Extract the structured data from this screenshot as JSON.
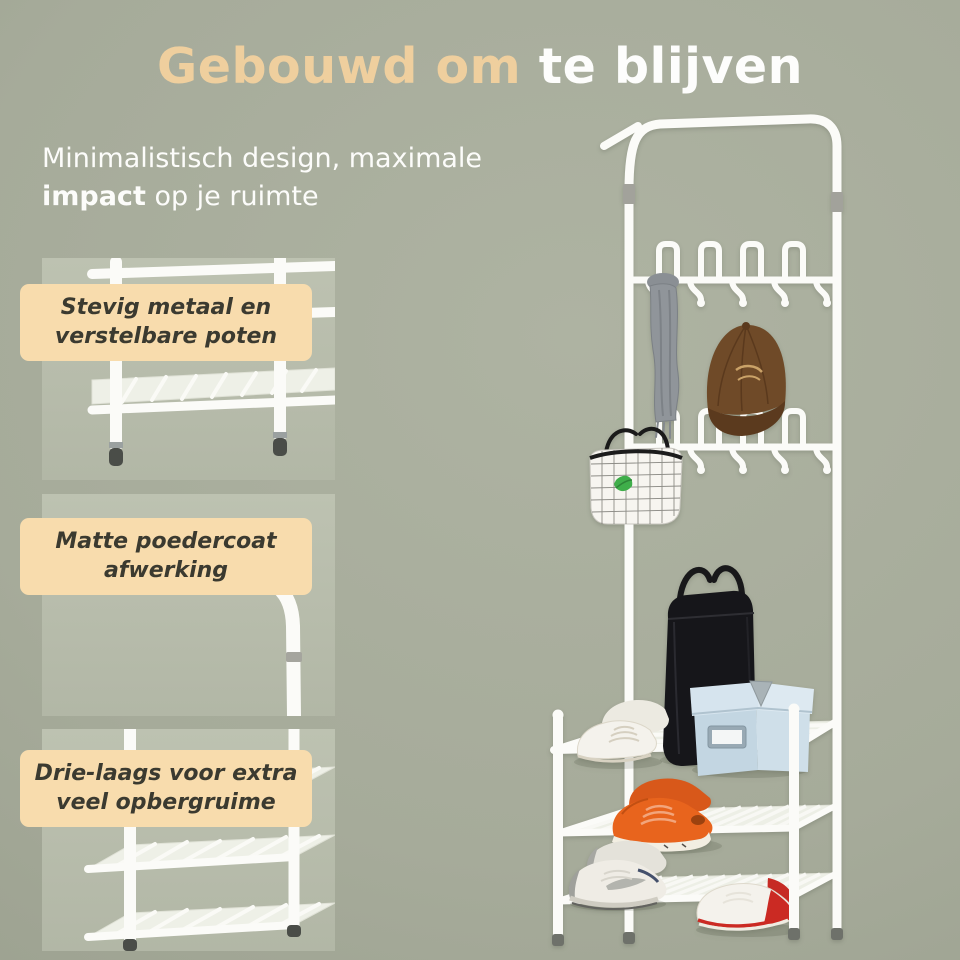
{
  "header": {
    "title_accent": "Gebouwd om",
    "title_rest": " te blijven",
    "subtitle_line1": "Minimalistisch design, maximale",
    "subtitle_bold": "impact",
    "subtitle_rest": " op je ruimte"
  },
  "callouts": [
    {
      "line1": "Stevig metaal en",
      "line2": "verstelbare poten"
    },
    {
      "line1": "Matte poedercoat",
      "line2": "afwerking"
    },
    {
      "line1": "Drie-laags voor extra",
      "line2": "veel opbergruime"
    }
  ],
  "product": {
    "items": [
      "coat-rack-frame",
      "hook-rows",
      "scarf",
      "baseball-cap",
      "basket-bag",
      "black-handbag",
      "storage-box",
      "white-sneakers",
      "orange-sneakers",
      "grey-sneakers",
      "red-shoes"
    ]
  },
  "colors": {
    "background": "#a6ab9a",
    "title_accent": "#efcf9e",
    "title_main": "#fdfdfc",
    "callout_background": "#f8dcad",
    "callout_text": "#3b3a30",
    "inset_background": "#b8bdac",
    "rack_white": "#fbfbf8",
    "cap_brown": "#6f4a28",
    "box_blue": "#cfdfe9",
    "sneaker_orange": "#e8641d",
    "shoe_red": "#cb2a23"
  }
}
